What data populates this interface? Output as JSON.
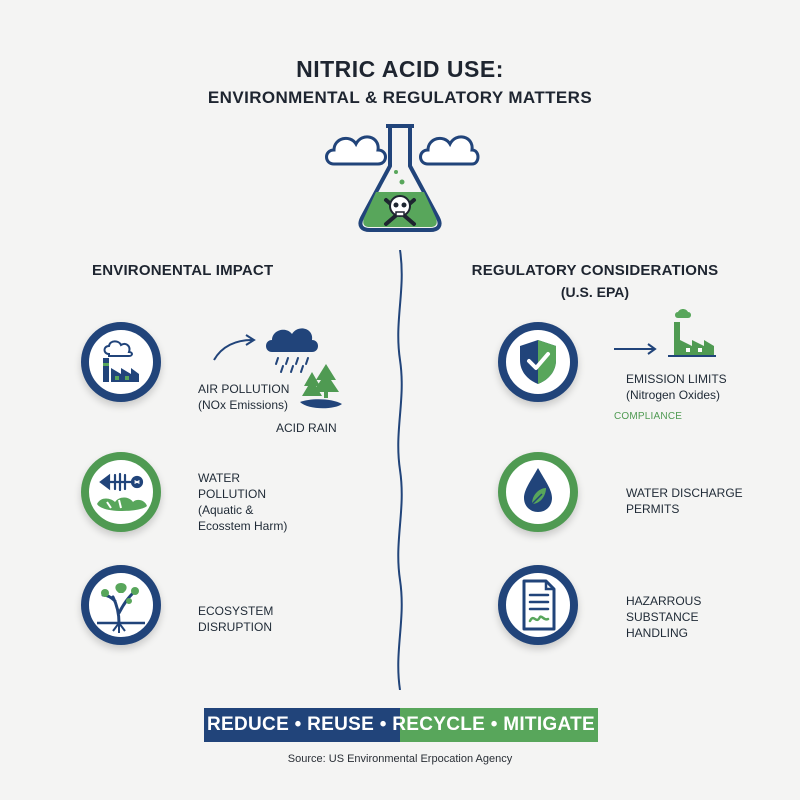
{
  "header": {
    "title_line1": "NITRIC ACID USE:",
    "title_line2": "ENVIRONMENTAL & REGULATORY MATTERS"
  },
  "hero_icons": [
    "cloud-icon",
    "flask-icon",
    "skull-crossbones-icon",
    "cloud-icon"
  ],
  "left_section": {
    "heading": "ENVIRONENTAL IMPACT",
    "items": [
      {
        "icon": "factory-icon",
        "label_lines": [
          "AIR POLLUTION",
          "(NOx Emissions)"
        ],
        "extra_label": "ACID RAIN",
        "extra_icons": [
          "arrow-icon",
          "rain-cloud-icon",
          "trees-icon"
        ]
      },
      {
        "icon": "dead-fish-icon",
        "label_lines": [
          "WATER",
          "POLLUTION",
          "(Aquatic &",
          "Ecosstem Harm)"
        ]
      },
      {
        "icon": "dying-tree-icon",
        "label_lines": [
          "ECOSYSTEM",
          "DISRUPTION"
        ]
      }
    ]
  },
  "right_section": {
    "heading": "REGULATORY CONSIDERATIONS",
    "subheading": "(U.S. EPA)",
    "items": [
      {
        "icon": "shield-check-icon",
        "label_lines": [
          "EMISSION LIMITS",
          "(Nitrogen Oxides)"
        ],
        "tag": "COMPLIANCE",
        "extra_icons": [
          "arrow-icon",
          "factory-icon"
        ]
      },
      {
        "icon": "water-drop-leaf-icon",
        "label_lines": [
          "WATER DISCHARGE",
          "PERMITS"
        ]
      },
      {
        "icon": "document-signature-icon",
        "label_lines": [
          "HAZARROUS",
          "SUBSTANCE",
          "HANDLING"
        ]
      }
    ]
  },
  "banner": {
    "text": "REDUCE • REUSE • RECYCLE • MITIGATE"
  },
  "footer": {
    "source": "Source: US Environmental Erpocation Agency"
  },
  "colors": {
    "background": "#f4f4f3",
    "primary_blue": "#21447a",
    "primary_green": "#4f9a52",
    "banner_green": "#58a65b",
    "text": "#1e2530"
  }
}
